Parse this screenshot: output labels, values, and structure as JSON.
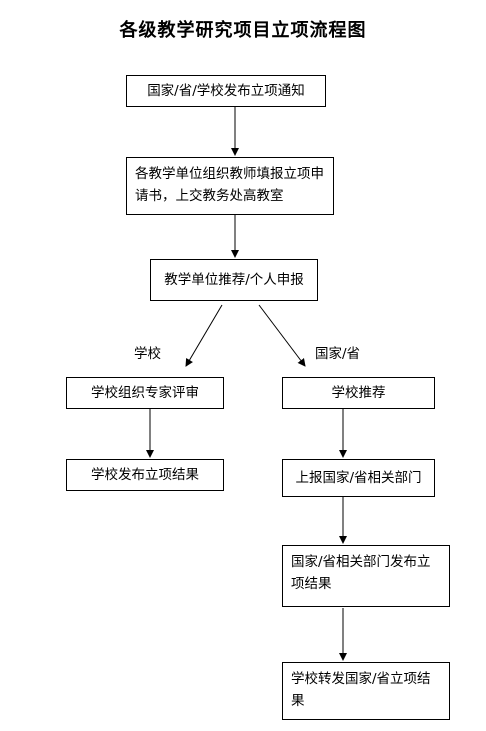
{
  "title": "各级教学研究项目立项流程图",
  "nodes": {
    "notify": "国家/省/学校发布立项通知",
    "fill_application": "各教学单位组织教师填报立项申请书，上交教务处高教室",
    "recommend_apply": "教学单位推荐/个人申报",
    "school_review": "学校组织专家评审",
    "school_publish": "学校发布立项结果",
    "school_recommend": "学校推荐",
    "submit_dept": "上报国家/省相关部门",
    "dept_publish": "国家/省相关部门发布立项结果",
    "school_forward": "学校转发国家/省立项结果"
  },
  "branch_labels": {
    "left": "学校",
    "right": "国家/省"
  }
}
